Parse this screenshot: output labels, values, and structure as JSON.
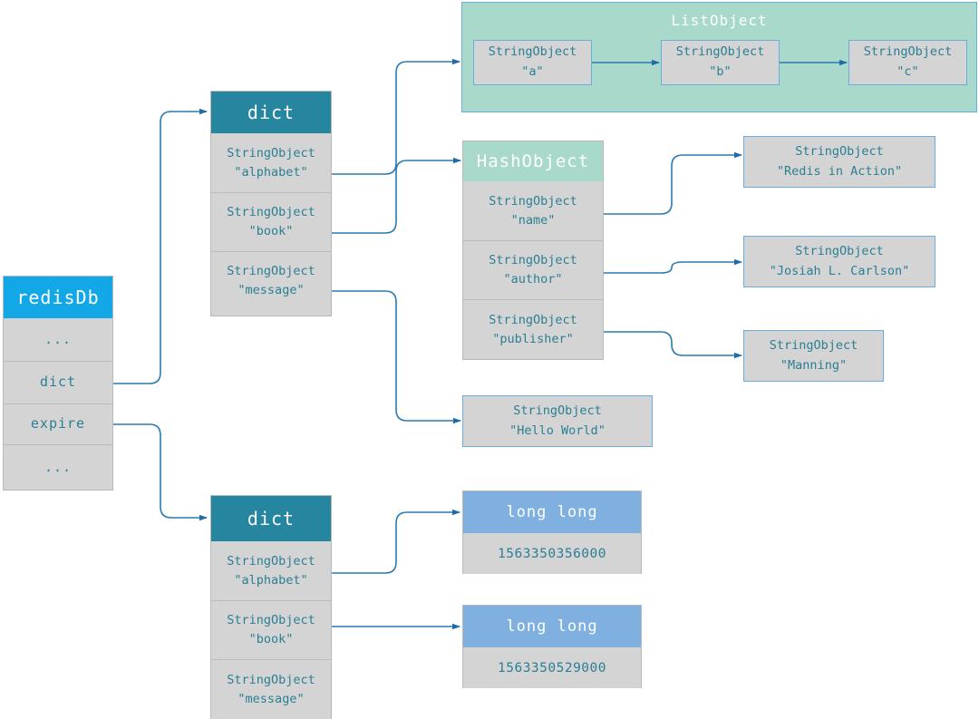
{
  "diagram": {
    "title": "Redis database object reference diagram",
    "colors": {
      "teal_header": "#2686a0",
      "cyan_header": "#12a8e8",
      "green_header": "#a8d9cb",
      "blue_header": "#7fb0e0",
      "cell_bg": "#d4d4d4",
      "text_teal": "#2b7f93",
      "wire": "#2a7ab0",
      "card_border": "#6aaede"
    }
  },
  "redisdb": {
    "header": "redisDb",
    "rows": [
      {
        "label": "..."
      },
      {
        "label": "dict"
      },
      {
        "label": "expire"
      },
      {
        "label": "..."
      }
    ]
  },
  "dict_main": {
    "header": "dict",
    "rows": [
      {
        "type": "StringObject",
        "value": "\"alphabet\""
      },
      {
        "type": "StringObject",
        "value": "\"book\""
      },
      {
        "type": "StringObject",
        "value": "\"message\""
      }
    ]
  },
  "dict_expire": {
    "header": "dict",
    "rows": [
      {
        "type": "StringObject",
        "value": "\"alphabet\""
      },
      {
        "type": "StringObject",
        "value": "\"book\""
      },
      {
        "type": "StringObject",
        "value": "\"message\""
      }
    ]
  },
  "listobject": {
    "title": "ListObject",
    "cells": [
      {
        "type": "StringObject",
        "value": "\"a\""
      },
      {
        "type": "StringObject",
        "value": "\"b\""
      },
      {
        "type": "StringObject",
        "value": "\"c\""
      }
    ]
  },
  "hashobject": {
    "header": "HashObject",
    "rows": [
      {
        "type": "StringObject",
        "value": "\"name\""
      },
      {
        "type": "StringObject",
        "value": "\"author\""
      },
      {
        "type": "StringObject",
        "value": "\"publisher\""
      }
    ]
  },
  "hash_values": [
    {
      "type": "StringObject",
      "value": "\"Redis  in  Action\""
    },
    {
      "type": "StringObject",
      "value": "\"Josiah  L.  Carlson\""
    },
    {
      "type": "StringObject",
      "value": "\"Manning\""
    }
  ],
  "message_value": {
    "type": "StringObject",
    "value": "\"Hello  World\""
  },
  "expire_values": [
    {
      "type": "long  long",
      "value": "1563350356000"
    },
    {
      "type": "long  long",
      "value": "1563350529000"
    }
  ]
}
